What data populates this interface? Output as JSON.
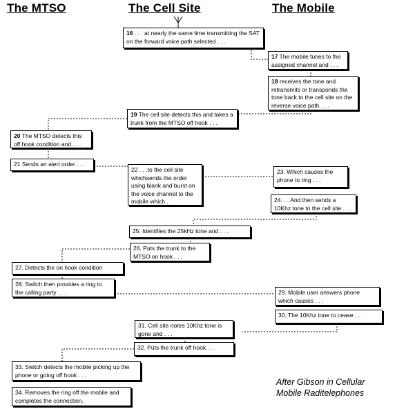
{
  "headers": {
    "mtso": "The MTSO",
    "cell_site": "The Cell Site",
    "mobile": "The Mobile"
  },
  "steps": [
    {
      "num": "16",
      "text": " . . . at nearly the same time transmitting the SAT on the forward voice path selected . . ."
    },
    {
      "num": "17",
      "text": " The mobile tunes to the assigned channel and . . ."
    },
    {
      "num": "18",
      "text": " receives the tone and retransmits or transponds the tone back to the cell site on the reverse voice path . . ."
    },
    {
      "num": "19",
      "text": " The cell site detects this and takes a trunk from the MTSO off hook . . ."
    },
    {
      "num": "20",
      "text": " The MTSO detects this off hook condition and . . ."
    },
    {
      "num": "",
      "text": "21 Sends an alert order . . ."
    },
    {
      "num": "",
      "text": "22   . . .to the cell site whichsends the order using blank and burst on the voice channel to the mobile which ."
    },
    {
      "num": "",
      "text": "23. Which causes the phone to ring . . ."
    },
    {
      "num": "",
      "text": "24. . . And then sends a 10Khz tone to the cell site . . ."
    },
    {
      "num": "",
      "text": "25. Identifies the 25kHz tone and . . ."
    },
    {
      "num": "",
      "text": "26. Puts the trunk to the MTSO on hook . . ."
    },
    {
      "num": "",
      "text": "27. Detects the on hook condition"
    },
    {
      "num": "",
      "text": "28. Switch then provides a ring to the calling party . . ."
    },
    {
      "num": "",
      "text": "29. Mobile user answers phone which causes . . ."
    },
    {
      "num": "",
      "text": "30. The 10Khz tone to cease . . ."
    },
    {
      "num": "",
      "text": "31. Cell site notes 10Khz tone is gone and . . ."
    },
    {
      "num": "",
      "text": "32. Puts the trunk off hook. . ."
    },
    {
      "num": "",
      "text": "33. Switch detects the mobile picking up the phone or going off hook . . ."
    },
    {
      "num": "",
      "text": "34. Removes the ring off the mobile and completes the connection."
    }
  ],
  "credit": {
    "line1": "After Gibson in Cellular",
    "line2": "Mobile Raditelephones"
  },
  "icons": {
    "antenna": "antenna-icon"
  }
}
